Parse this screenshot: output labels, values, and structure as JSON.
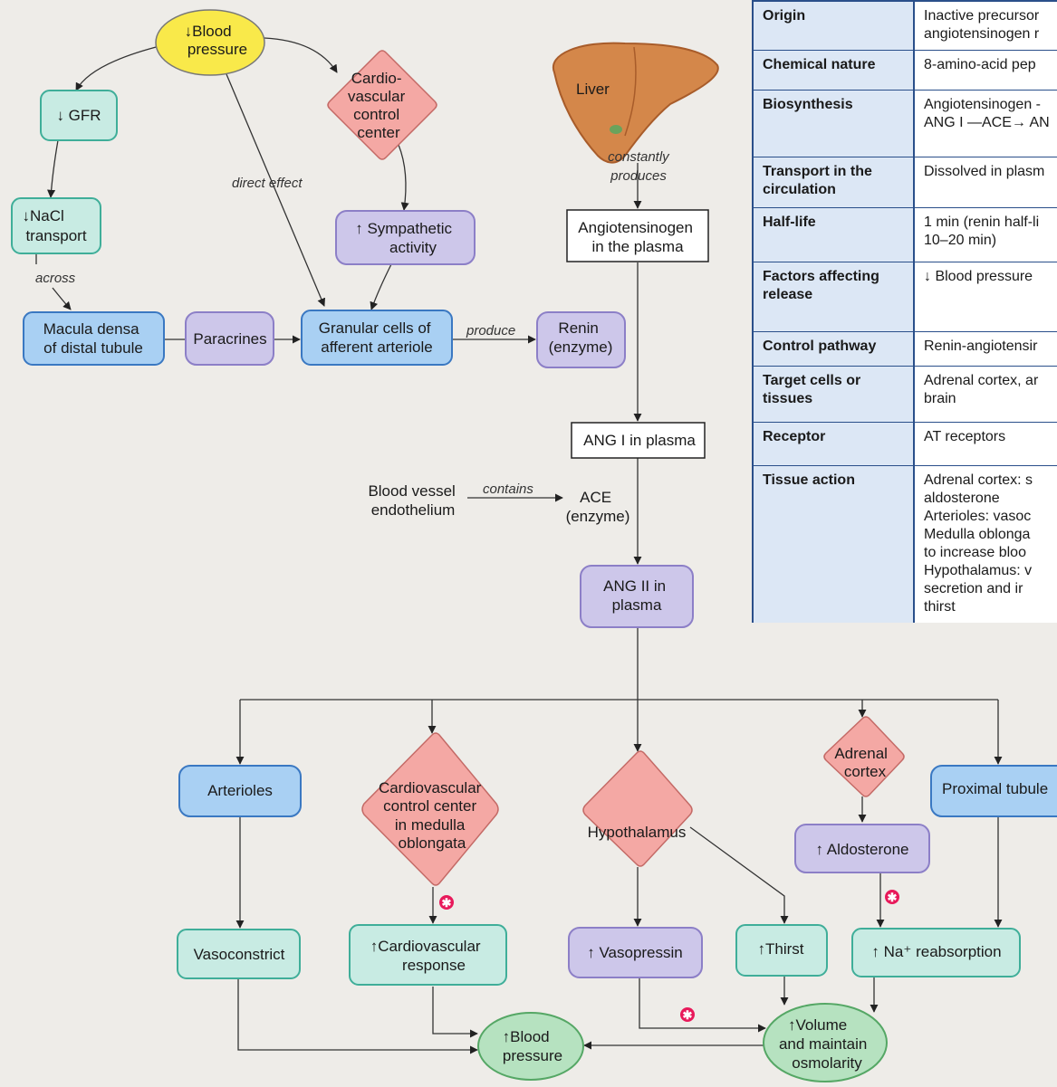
{
  "nodes": {
    "bp_top": [
      "↓Blood",
      "pressure"
    ],
    "cvc_top": [
      "Cardio-",
      "vascular",
      "control",
      "center"
    ],
    "liver": "Liver",
    "gfr": "↓ GFR",
    "nacl": [
      "↓NaCl",
      "transport"
    ],
    "sympathetic": [
      "↑ Sympathetic",
      "activity"
    ],
    "angiotensinogen": [
      "Angiotensinogen",
      "in the plasma"
    ],
    "macula": [
      "Macula densa",
      "of distal tubule"
    ],
    "paracrines": "Paracrines",
    "granular": [
      "Granular cells of",
      "afferent arteriole"
    ],
    "renin": [
      "Renin",
      "(enzyme)"
    ],
    "ang1": "ANG I in plasma",
    "endothelium": [
      "Blood vessel",
      "endothelium"
    ],
    "ace": [
      "ACE",
      "(enzyme)"
    ],
    "ang2": [
      "ANG II in",
      "plasma"
    ],
    "arterioles": "Arterioles",
    "cvc_medulla": [
      "Cardiovascular",
      "control center",
      "in medulla",
      "oblongata"
    ],
    "hypothalamus": "Hypothalamus",
    "adrenal": [
      "Adrenal",
      "cortex"
    ],
    "proximal": "Proximal tubule",
    "aldosterone": "↑ Aldosterone",
    "vasoconstrict": "Vasoconstrict",
    "cv_response": [
      "↑Cardiovascular",
      "response"
    ],
    "vasopressin": "↑ Vasopressin",
    "thirst": "↑Thirst",
    "na_reabs": "↑ Na⁺ reabsorption",
    "bp_bottom": [
      "↑Blood",
      "pressure"
    ],
    "volume": [
      "↑Volume",
      "and maintain",
      "osmolarity"
    ]
  },
  "edge_labels": {
    "direct_effect": "direct effect",
    "constantly_produces": [
      "constantly",
      "produces"
    ],
    "across": "across",
    "produce": "produce",
    "contains": "contains"
  },
  "table": [
    {
      "label": "Origin",
      "value": "Inactive precursor\nangiotensinogen r"
    },
    {
      "label": "Chemical nature",
      "value": "8-amino-acid pep"
    },
    {
      "label": "Biosynthesis",
      "value": "Angiotensinogen -\nANG I —ACE→ AN"
    },
    {
      "label": "Transport in the circulation",
      "value": "Dissolved in plasm"
    },
    {
      "label": "Half-life",
      "value": "1 min (renin half-li\n10–20 min)"
    },
    {
      "label": "Factors affecting release",
      "value": "↓ Blood pressure"
    },
    {
      "label": "Control pathway",
      "value": "Renin-angiotensir"
    },
    {
      "label": "Target cells or tissues",
      "value": "Adrenal cortex, ar\nbrain"
    },
    {
      "label": "Receptor",
      "value": "AT receptors"
    },
    {
      "label": "Tissue action",
      "value": "Adrenal cortex: s\n   aldosterone\nArterioles: vasoc\nMedulla oblonga\n   to increase bloo\nHypothalamus: v\n   secretion and ir\n   thirst"
    }
  ],
  "colors": {
    "yellow": "#f9e94a",
    "red_diamond": "#f4a8a4",
    "teal": "#c8ebe3",
    "teal_border": "#3fae99",
    "purple": "#cdc7ea",
    "purple_border": "#8c7fc7",
    "blue": "#a9d0f3",
    "blue_border": "#3a78c2",
    "green": "#b6e2c0",
    "green_border": "#55a765",
    "star": "#e8195a"
  }
}
